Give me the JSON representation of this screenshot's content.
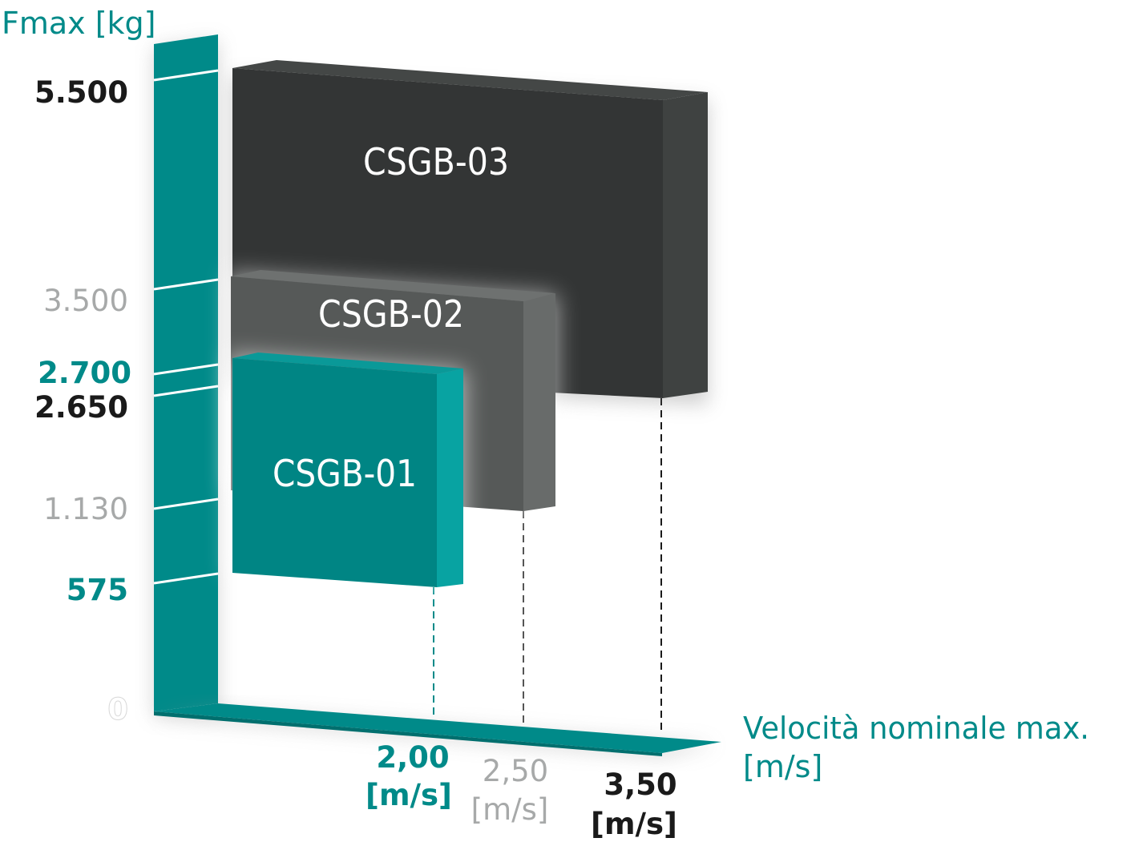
{
  "chart_data": {
    "type": "bar",
    "style": "3d-blocks",
    "yaxis": {
      "label": "Fmax [kg]",
      "ticks": [
        {
          "value": 5500,
          "label": "5.500",
          "style": "bold-dark"
        },
        {
          "value": 3500,
          "label": "3.500",
          "style": "light-gray"
        },
        {
          "value": 2700,
          "label": "2.700",
          "style": "bold-teal"
        },
        {
          "value": 2650,
          "label": "2.650",
          "style": "bold-dark"
        },
        {
          "value": 1130,
          "label": "1.130",
          "style": "light-gray"
        },
        {
          "value": 575,
          "label": "575",
          "style": "bold-teal"
        },
        {
          "value": 0,
          "label": "0",
          "style": "white"
        }
      ]
    },
    "xaxis": {
      "label_line1": "Velocità nominale max.",
      "label_line2": "[m/s]",
      "ticks": [
        {
          "value": "2,00",
          "unit": "[m/s]",
          "style": "bold-teal"
        },
        {
          "value": "2,50",
          "unit": "[m/s]",
          "style": "light-gray"
        },
        {
          "value": "3,50",
          "unit": "[m/s]",
          "style": "bold-dark"
        }
      ]
    },
    "series": [
      {
        "name": "CSGB-03",
        "speed": 3.5,
        "fmax_min": 2650,
        "fmax_max": 5500,
        "color": "#333535"
      },
      {
        "name": "CSGB-02",
        "speed": 2.5,
        "fmax_min": 1130,
        "fmax_max": 3500,
        "color": "#565958"
      },
      {
        "name": "CSGB-01",
        "speed": 2.0,
        "fmax_min": 575,
        "fmax_max": 2700,
        "color": "#008584"
      }
    ]
  },
  "colors": {
    "teal": "#008a89",
    "teal_dark": "#006f6e",
    "teal_light": "#08a3a2",
    "dark": "#1a1a1a",
    "gray": "#a7a9a9",
    "block3_front": "#333535",
    "block3_side": "#3f4241",
    "block3_top": "#444746",
    "block2_front": "#565958",
    "block2_side": "#686b6a",
    "block2_top": "#6e7170"
  }
}
